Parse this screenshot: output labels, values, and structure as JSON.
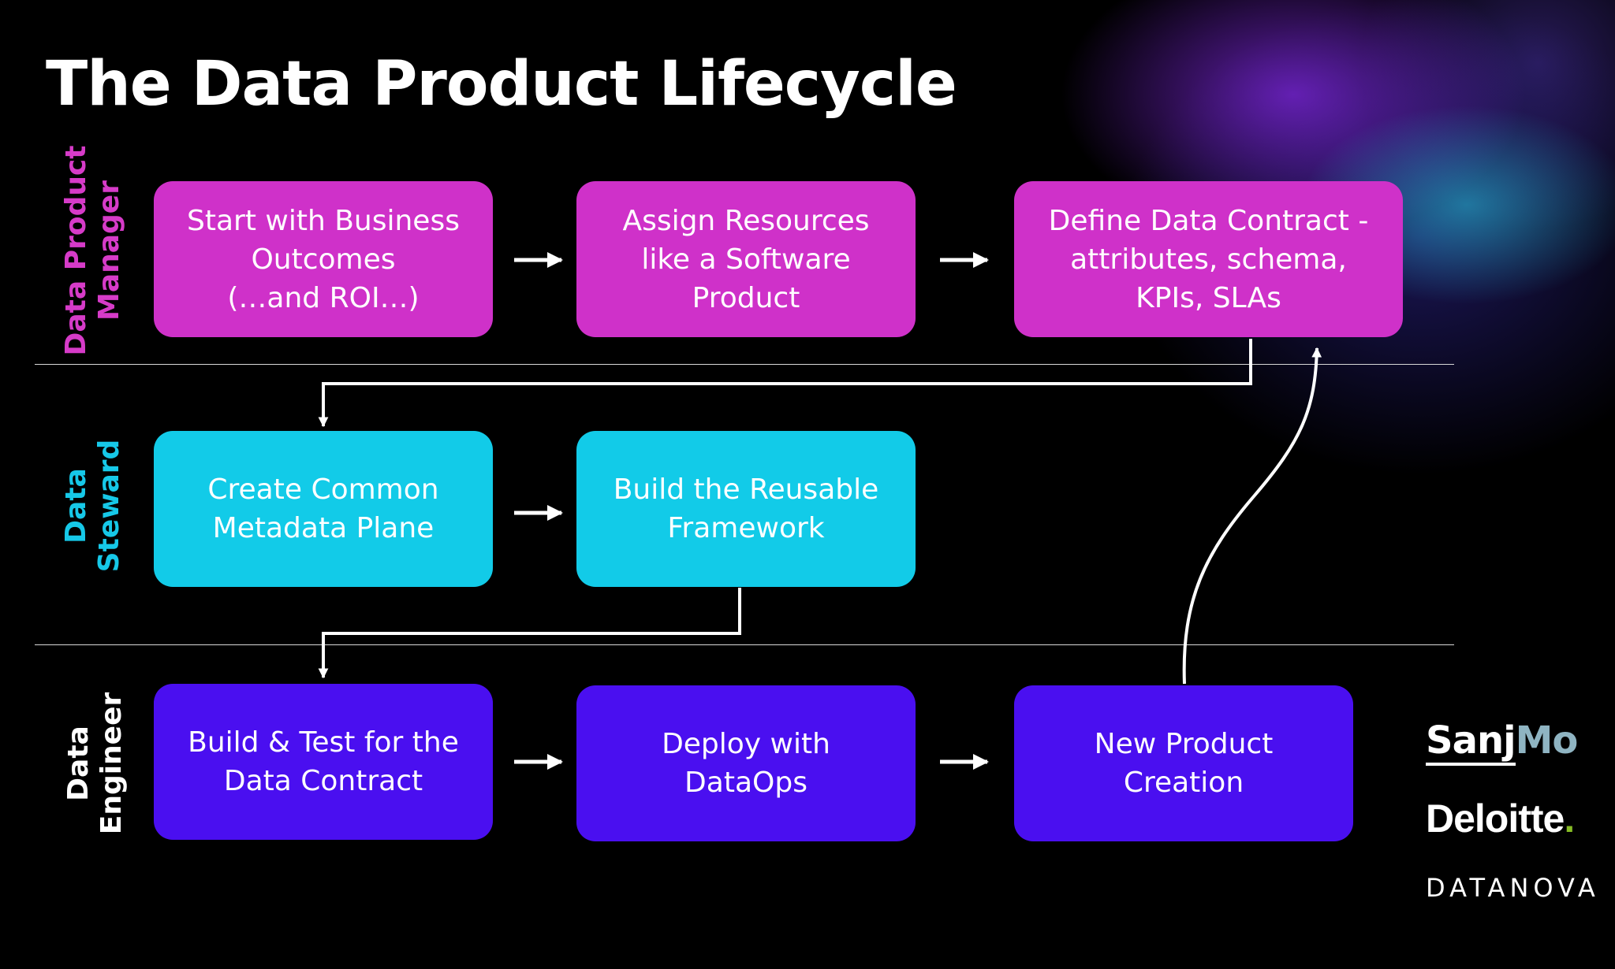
{
  "title": "The Data Product Lifecycle",
  "lanes": [
    {
      "lines": [
        "Data Product",
        "Manager"
      ],
      "color": "#d63bc8"
    },
    {
      "lines": [
        "Data",
        "Steward"
      ],
      "color": "#16c8e8"
    },
    {
      "lines": [
        "Data",
        "Engineer"
      ],
      "color": "#ffffff"
    }
  ],
  "steps": {
    "business_outcomes": "Start with Business\nOutcomes\n(…and ROI…)",
    "assign_resources": "Assign Resources\nlike a Software\nProduct",
    "define_contract": "Define Data Contract -\nattributes, schema,\nKPIs, SLAs",
    "metadata_plane": "Create Common\nMetadata Plane",
    "reusable_framework": "Build the Reusable\nFramework",
    "build_test": "Build & Test for the\nData Contract",
    "deploy_dataops": "Deploy with\nDataOps",
    "new_product": "New Product\nCreation"
  },
  "logos": {
    "sanjmo_a": "Sanj",
    "sanjmo_b": "Mo",
    "deloitte": "Deloitte",
    "deloitte_dot": ".",
    "datanova": "DATANOVA"
  },
  "colors": {
    "manager": "#cf31c9",
    "steward": "#12cbe8",
    "engineer": "#4a0ff0",
    "connector": "#ffffff",
    "background": "#000000"
  }
}
